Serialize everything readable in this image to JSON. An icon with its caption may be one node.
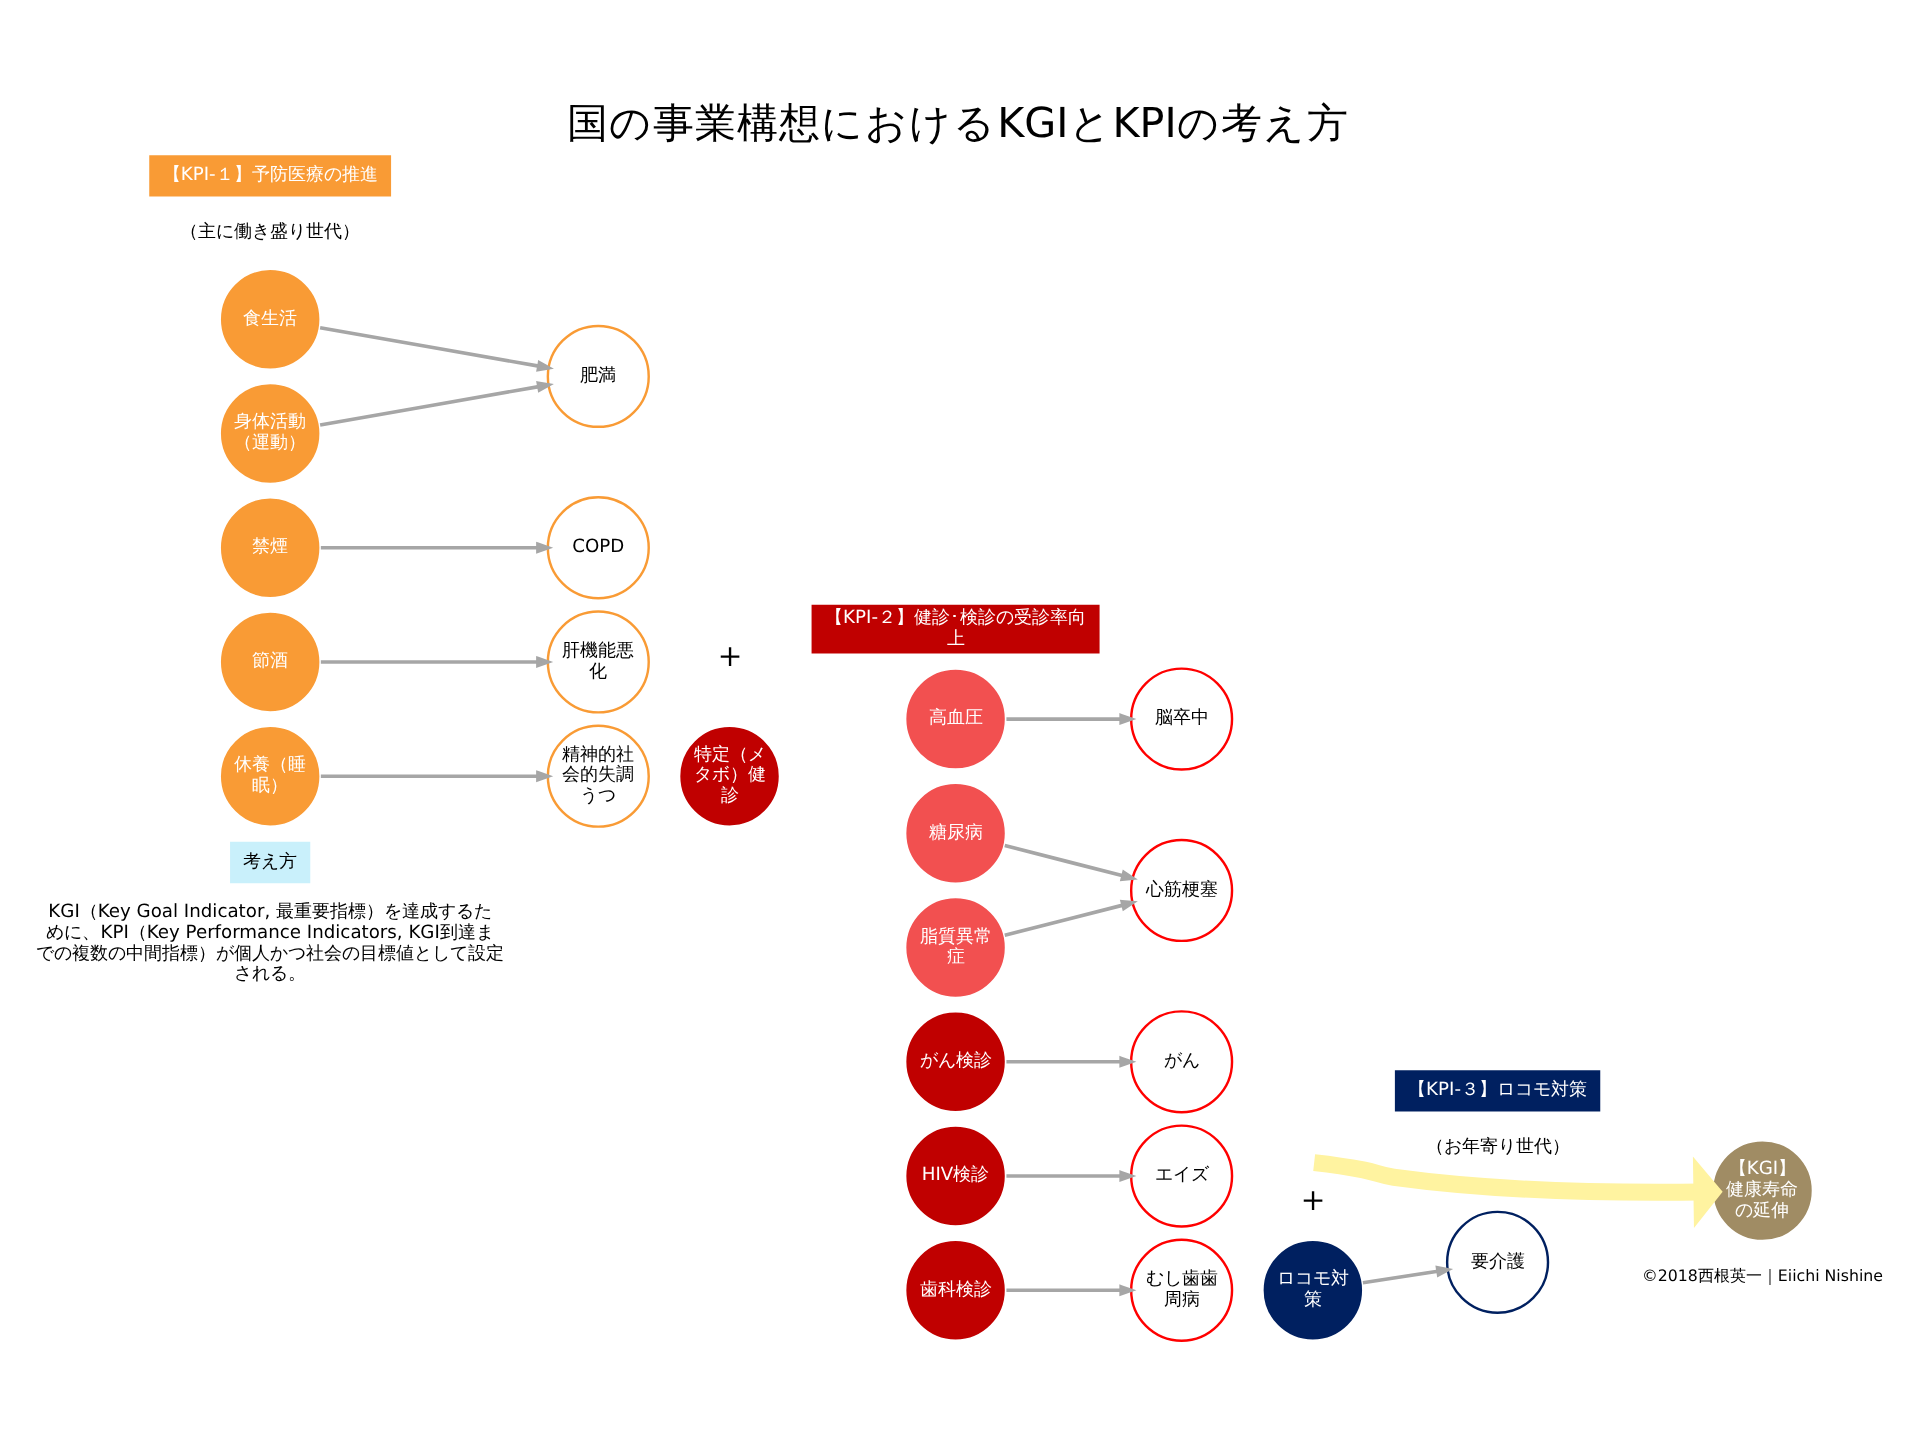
{
  "diagram": {
    "title": "国の事業構想におけるKGIとKPIの考え方",
    "nodes": [
      {
        "text": [
          "【KPI-１】予防医療の推進"
        ],
        "beside": [
          "（主に働き盛り世代）"
        ]
      },
      {
        "text": [
          "【KPI-２】健診･検診の受診率向上"
        ]
      },
      {
        "text": [
          "【KPI-３】ロコモ対策"
        ],
        "beside": [
          "（お年寄り世代）"
        ]
      },
      {
        "text": [
          "食生活"
        ]
      },
      {
        "text": [
          "身体活動（運動）"
        ]
      },
      {
        "text": [
          "肥満"
        ]
      },
      {
        "text": [
          "禁煙"
        ]
      },
      {
        "text": [
          "COPD"
        ]
      },
      {
        "text": [
          "節酒"
        ]
      },
      {
        "text": [
          "肝機能悪化"
        ]
      },
      {
        "text": [
          "休養（睡眠）"
        ]
      },
      {
        "text": [
          "精神的社会的失調うつ"
        ]
      },
      {
        "text": [
          "高血圧"
        ]
      },
      {
        "text": [
          "特定（メタボ）健診"
        ]
      },
      {
        "text": [
          "糖尿病"
        ]
      },
      {
        "text": [
          "脂質異常症"
        ]
      },
      {
        "text": [
          "脳卒中"
        ]
      },
      {
        "text": [
          "心筋梗塞"
        ]
      },
      {
        "text": [
          "がん検診"
        ]
      },
      {
        "text": [
          "がん"
        ]
      },
      {
        "text": [
          "HIV検診"
        ]
      },
      {
        "text": [
          "エイズ"
        ]
      },
      {
        "text": [
          "歯科検診"
        ]
      },
      {
        "text": [
          "むし歯歯周病"
        ]
      },
      {
        "text": [
          "ロコモ対策"
        ]
      },
      {
        "text": [
          "要介護"
        ]
      },
      {
        "text": [
          "【KGI】",
          "健康寿命の延伸"
        ]
      },
      {
        "text": [
          "考え方"
        ],
        "beside": [
          "KGI（Key Goal Indicator, 最重要指標）を達成するために、KPI（Key Performance Indicators, KGI到達までの複数の中間指標）が個人かつ社会の目標値として設定される。"
        ]
      }
    ],
    "edges": [
      {
        "from": 3,
        "to": 5,
        "arrow": "to"
      },
      {
        "from": 4,
        "to": 5,
        "arrow": "to"
      },
      {
        "from": 6,
        "to": 7,
        "arrow": "to"
      },
      {
        "from": 8,
        "to": 9,
        "arrow": "to"
      },
      {
        "from": 10,
        "to": 11,
        "arrow": "to"
      },
      {
        "from": 12,
        "to": 16,
        "arrow": "to"
      },
      {
        "from": 14,
        "to": 17,
        "arrow": "to"
      },
      {
        "from": 15,
        "to": 17,
        "arrow": "to"
      },
      {
        "from": 18,
        "to": 19,
        "arrow": "to"
      },
      {
        "from": 20,
        "to": 21,
        "arrow": "to"
      },
      {
        "from": 22,
        "to": 23,
        "arrow": "to"
      },
      {
        "from": 24,
        "to": 25,
        "arrow": "to"
      },
      {
        "from": null,
        "to": 26,
        "arrow": "to",
        "style": "thick",
        "color": "#fff3a0"
      }
    ],
    "labels": [
      "＋",
      "＋",
      "©2018西根英一｜Eiichi Nishine"
    ]
  }
}
